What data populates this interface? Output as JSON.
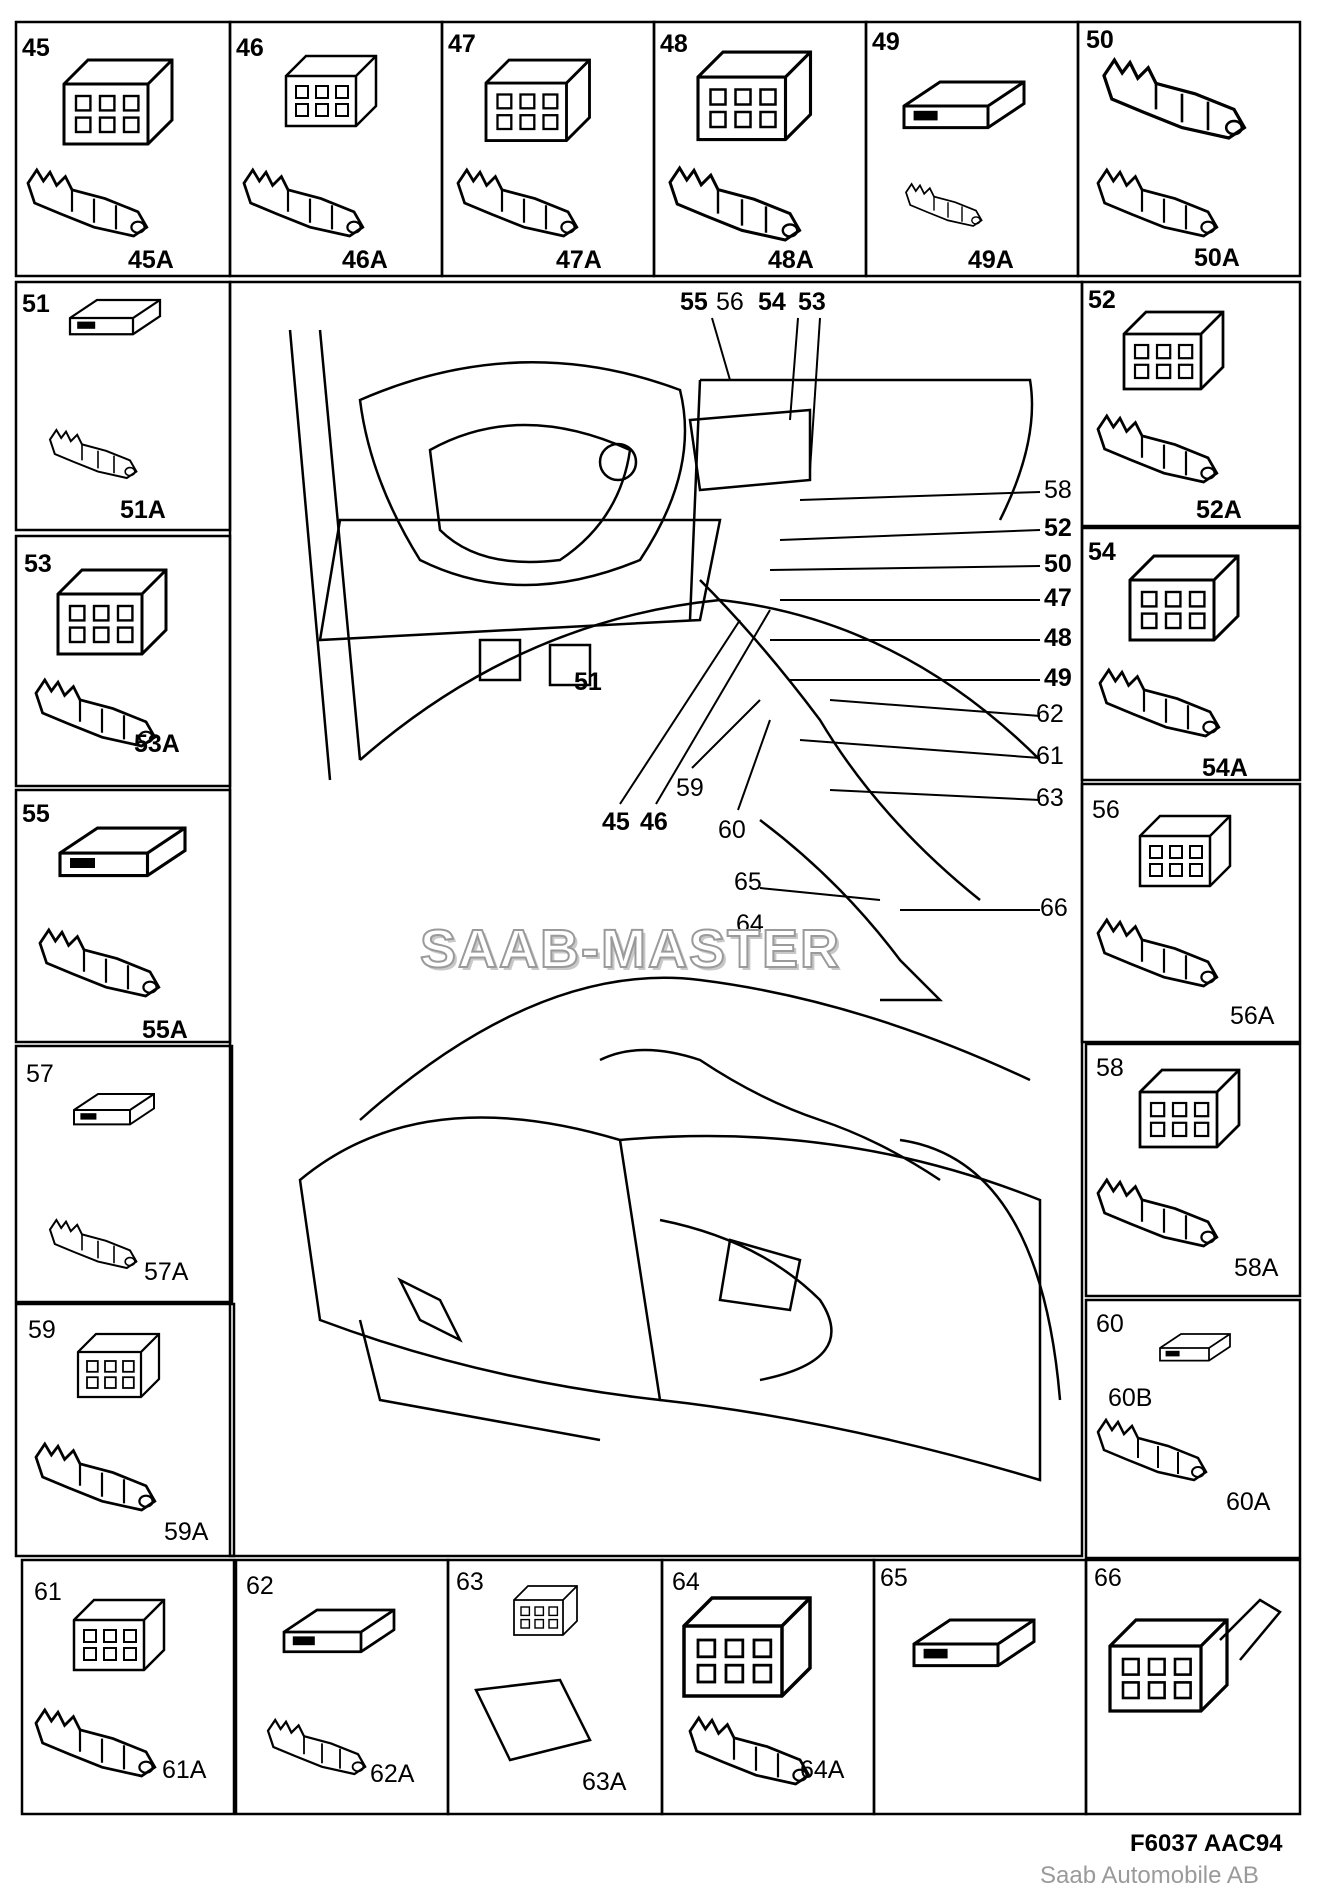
{
  "panels_top": [
    {
      "number": "45",
      "terminal": "45A"
    },
    {
      "number": "46",
      "terminal": "46A"
    },
    {
      "number": "47",
      "terminal": "47A"
    },
    {
      "number": "48",
      "terminal": "48A"
    },
    {
      "number": "49",
      "terminal": "49A"
    },
    {
      "number": "50",
      "terminal": "50A"
    }
  ],
  "panels_left": [
    {
      "number": "51",
      "terminal": "51A"
    },
    {
      "number": "53",
      "terminal": "53A"
    },
    {
      "number": "55",
      "terminal": "55A"
    },
    {
      "number": "57",
      "terminal": "57A"
    },
    {
      "number": "59",
      "terminal": "59A"
    }
  ],
  "panels_right": [
    {
      "number": "52",
      "terminal": "52A"
    },
    {
      "number": "54",
      "terminal": "54A"
    },
    {
      "number": "56",
      "terminal": "56A"
    },
    {
      "number": "58",
      "terminal": "58A"
    },
    {
      "number": "60",
      "terminal": "60A",
      "sub": "60B"
    }
  ],
  "panels_bottom": [
    {
      "number": "61",
      "terminal": "61A"
    },
    {
      "number": "62",
      "terminal": "62A"
    },
    {
      "number": "63",
      "terminal": "63A"
    },
    {
      "number": "64",
      "terminal": "64A"
    },
    {
      "number": "65",
      "terminal": ""
    },
    {
      "number": "66",
      "terminal": ""
    }
  ],
  "callouts": {
    "c55": "55",
    "c56": "56",
    "c54": "54",
    "c53": "53",
    "c58": "58",
    "c52": "52",
    "c50": "50",
    "c47": "47",
    "c48": "48",
    "c49": "49",
    "c62": "62",
    "c61": "61",
    "c63": "63",
    "c66": "66",
    "c51": "51",
    "c45": "45",
    "c46": "46",
    "c59": "59",
    "c60": "60",
    "c65": "65",
    "c64": "64"
  },
  "watermark": "SAAB-MASTER",
  "figure_code": "F6037 AAC94",
  "copyright": "Saab Automobile AB"
}
